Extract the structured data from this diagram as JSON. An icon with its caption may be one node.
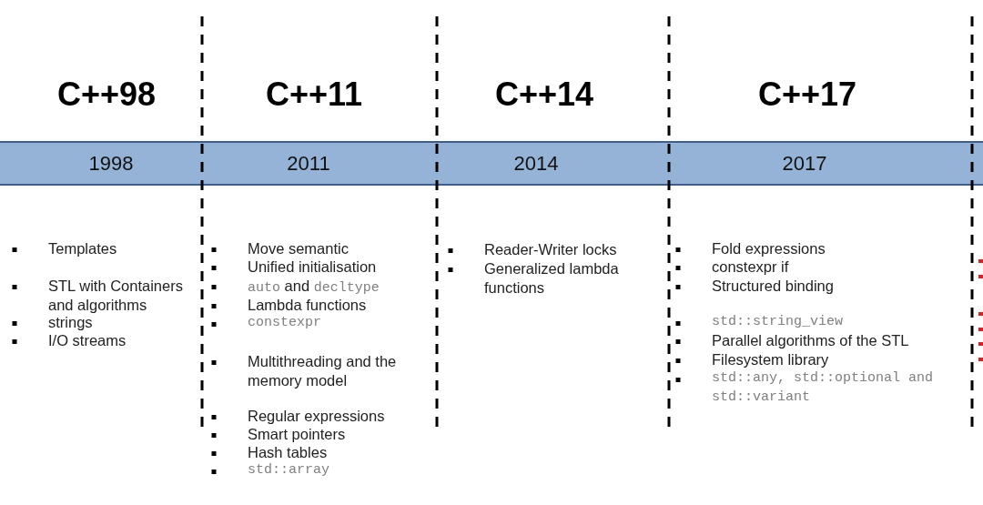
{
  "diagram": {
    "nodes": [
      {
        "text": [
          "1998",
          "2011",
          "2014",
          "2017"
        ]
      }
    ],
    "labels": [
      "C++98",
      "C++11",
      "C++14",
      "C++17",
      "Templates",
      "STL with Containers and algorithms",
      "strings",
      "I/O streams",
      "Move semantic",
      "Unified initialisation",
      "auto and decltype",
      "Lambda functions",
      "constexpr",
      "Multithreading and the memory model",
      "Regular expressions",
      "Smart pointers",
      "Hash tables",
      "std::array",
      "Reader-Writer locks",
      "Generalized lambda functions",
      "Fold expressions",
      "constexpr if",
      "Structured binding",
      "std::string_view",
      "Parallel algorithms of the STL",
      "Filesystem library",
      "std::any, std::optional and std::variant"
    ]
  }
}
